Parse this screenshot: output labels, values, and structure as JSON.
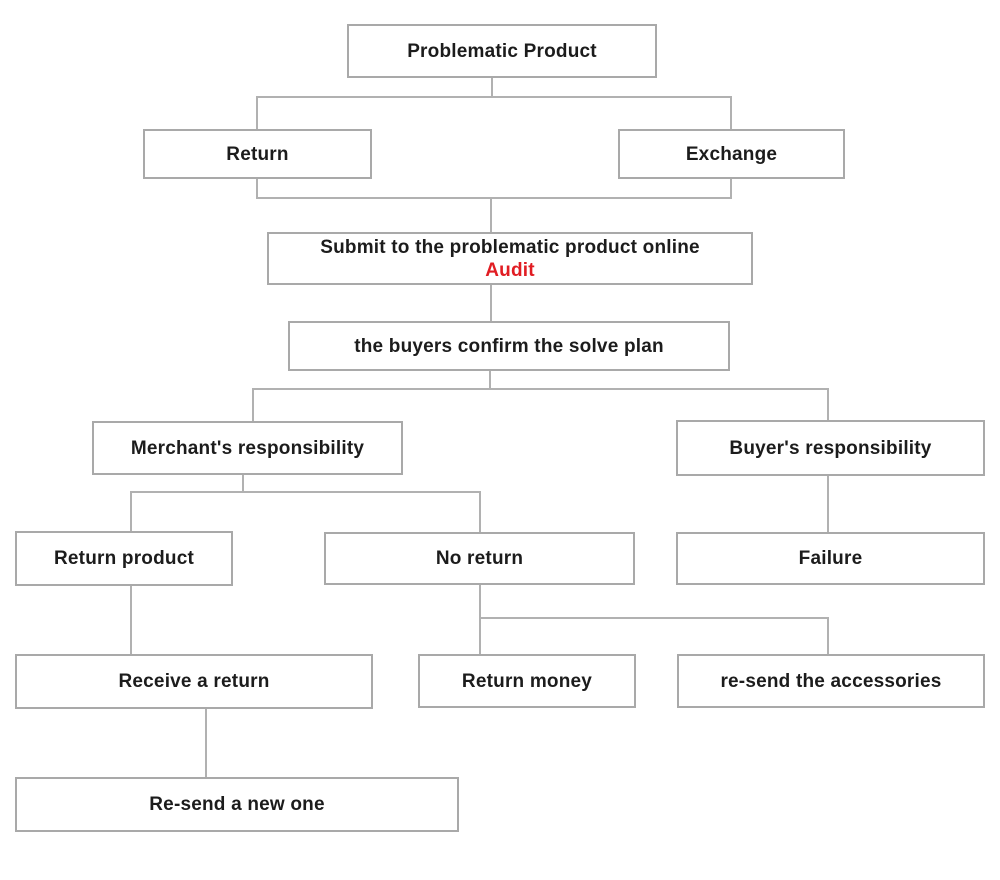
{
  "colors": {
    "bg": "#ffffff",
    "border": "#a9a9a9",
    "line": "#b1b1b1",
    "text": "#1c1c1c",
    "highlight": "#e11d23"
  },
  "nodes": {
    "problematic_product": {
      "label": "Problematic Product"
    },
    "return": {
      "label": "Return"
    },
    "exchange": {
      "label": "Exchange"
    },
    "submit_audit": {
      "line1": "Submit to the problematic product online",
      "line2": "Audit"
    },
    "buyers_confirm": {
      "label": "the buyers confirm the solve plan"
    },
    "merchant_responsibility": {
      "label": "Merchant's responsibility"
    },
    "buyer_responsibility": {
      "label": "Buyer's responsibility"
    },
    "return_product": {
      "label": "Return product"
    },
    "no_return": {
      "label": "No return"
    },
    "failure": {
      "label": "Failure"
    },
    "receive_return": {
      "label": "Receive a return"
    },
    "return_money": {
      "label": "Return money"
    },
    "resend_accessories": {
      "label": "re-send the accessories"
    },
    "resend_new_one": {
      "label": "Re-send a new one"
    }
  }
}
